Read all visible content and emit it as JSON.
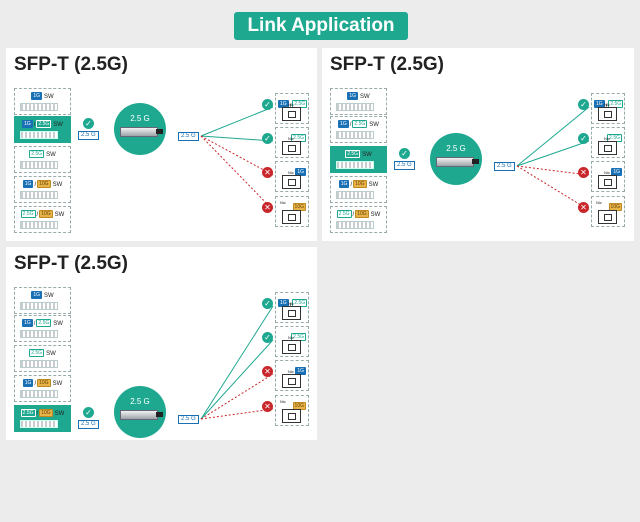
{
  "header": {
    "title": "Link Application"
  },
  "panels": [
    {
      "title": "SFP-T (2.5G)",
      "highlight": 1
    },
    {
      "title": "SFP-T (2.5G)",
      "highlight": 2
    },
    {
      "title": "SFP-T (2.5G)",
      "highlight": 4
    }
  ],
  "module": {
    "label": "2.5 G"
  },
  "rate_label": "2.5 G",
  "switches": [
    {
      "tags": [
        "1G"
      ],
      "label": "SW"
    },
    {
      "tags": [
        "1G",
        "2.5G"
      ],
      "label": "SW"
    },
    {
      "tags": [
        "2.5G"
      ],
      "label": "SW"
    },
    {
      "tags": [
        "1G",
        "10G"
      ],
      "label": "SW"
    },
    {
      "tags": [
        "2.5G",
        "10G"
      ],
      "label": "SW"
    }
  ],
  "nics": [
    {
      "tags": [
        "1G",
        "2.5G"
      ],
      "label": "Nic",
      "status": "ok"
    },
    {
      "tags": [
        "2.5G"
      ],
      "label": "Nic",
      "status": "ok"
    },
    {
      "tags": [
        "1G"
      ],
      "label": "Nic",
      "status": "fail"
    },
    {
      "tags": [
        "10G"
      ],
      "label": "Nic",
      "status": "fail"
    }
  ],
  "colors": {
    "accent": "#1fa890",
    "fail": "#c8282c",
    "blue": "#1a70b5",
    "gold": "#e6b24a"
  }
}
